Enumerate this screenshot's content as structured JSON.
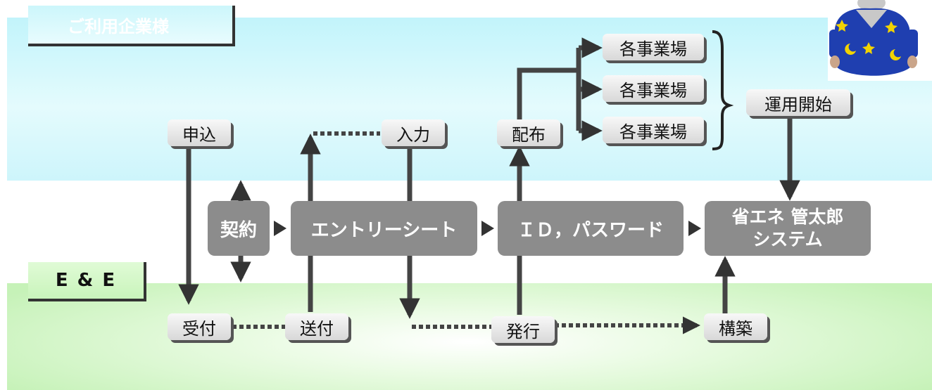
{
  "sections": {
    "company": "ご利用企業様",
    "ee": "E & E"
  },
  "labels": {
    "moshikomi": "申込",
    "nyuryoku": "入力",
    "haifu": "配布",
    "jigyosho_1": "各事業場",
    "jigyosho_2": "各事業場",
    "jigyosho_3": "各事業場",
    "unyo": "運用開始",
    "uketsuke": "受付",
    "sofu": "送付",
    "hakko": "発行",
    "kochiku": "構築"
  },
  "processes": {
    "keiyaku": "契約",
    "entry": "エントリーシート",
    "id": "ＩＤ，パスワード",
    "system_line1": "省エネ 管太郎",
    "system_line2": "システム"
  },
  "colors": {
    "process_box": "#8c8c8c",
    "arrow": "#333333",
    "band_top": "#c2f4fb",
    "band_bottom": "#c6f2b8"
  },
  "avatar": {
    "icon": "wizard-character-icon"
  }
}
